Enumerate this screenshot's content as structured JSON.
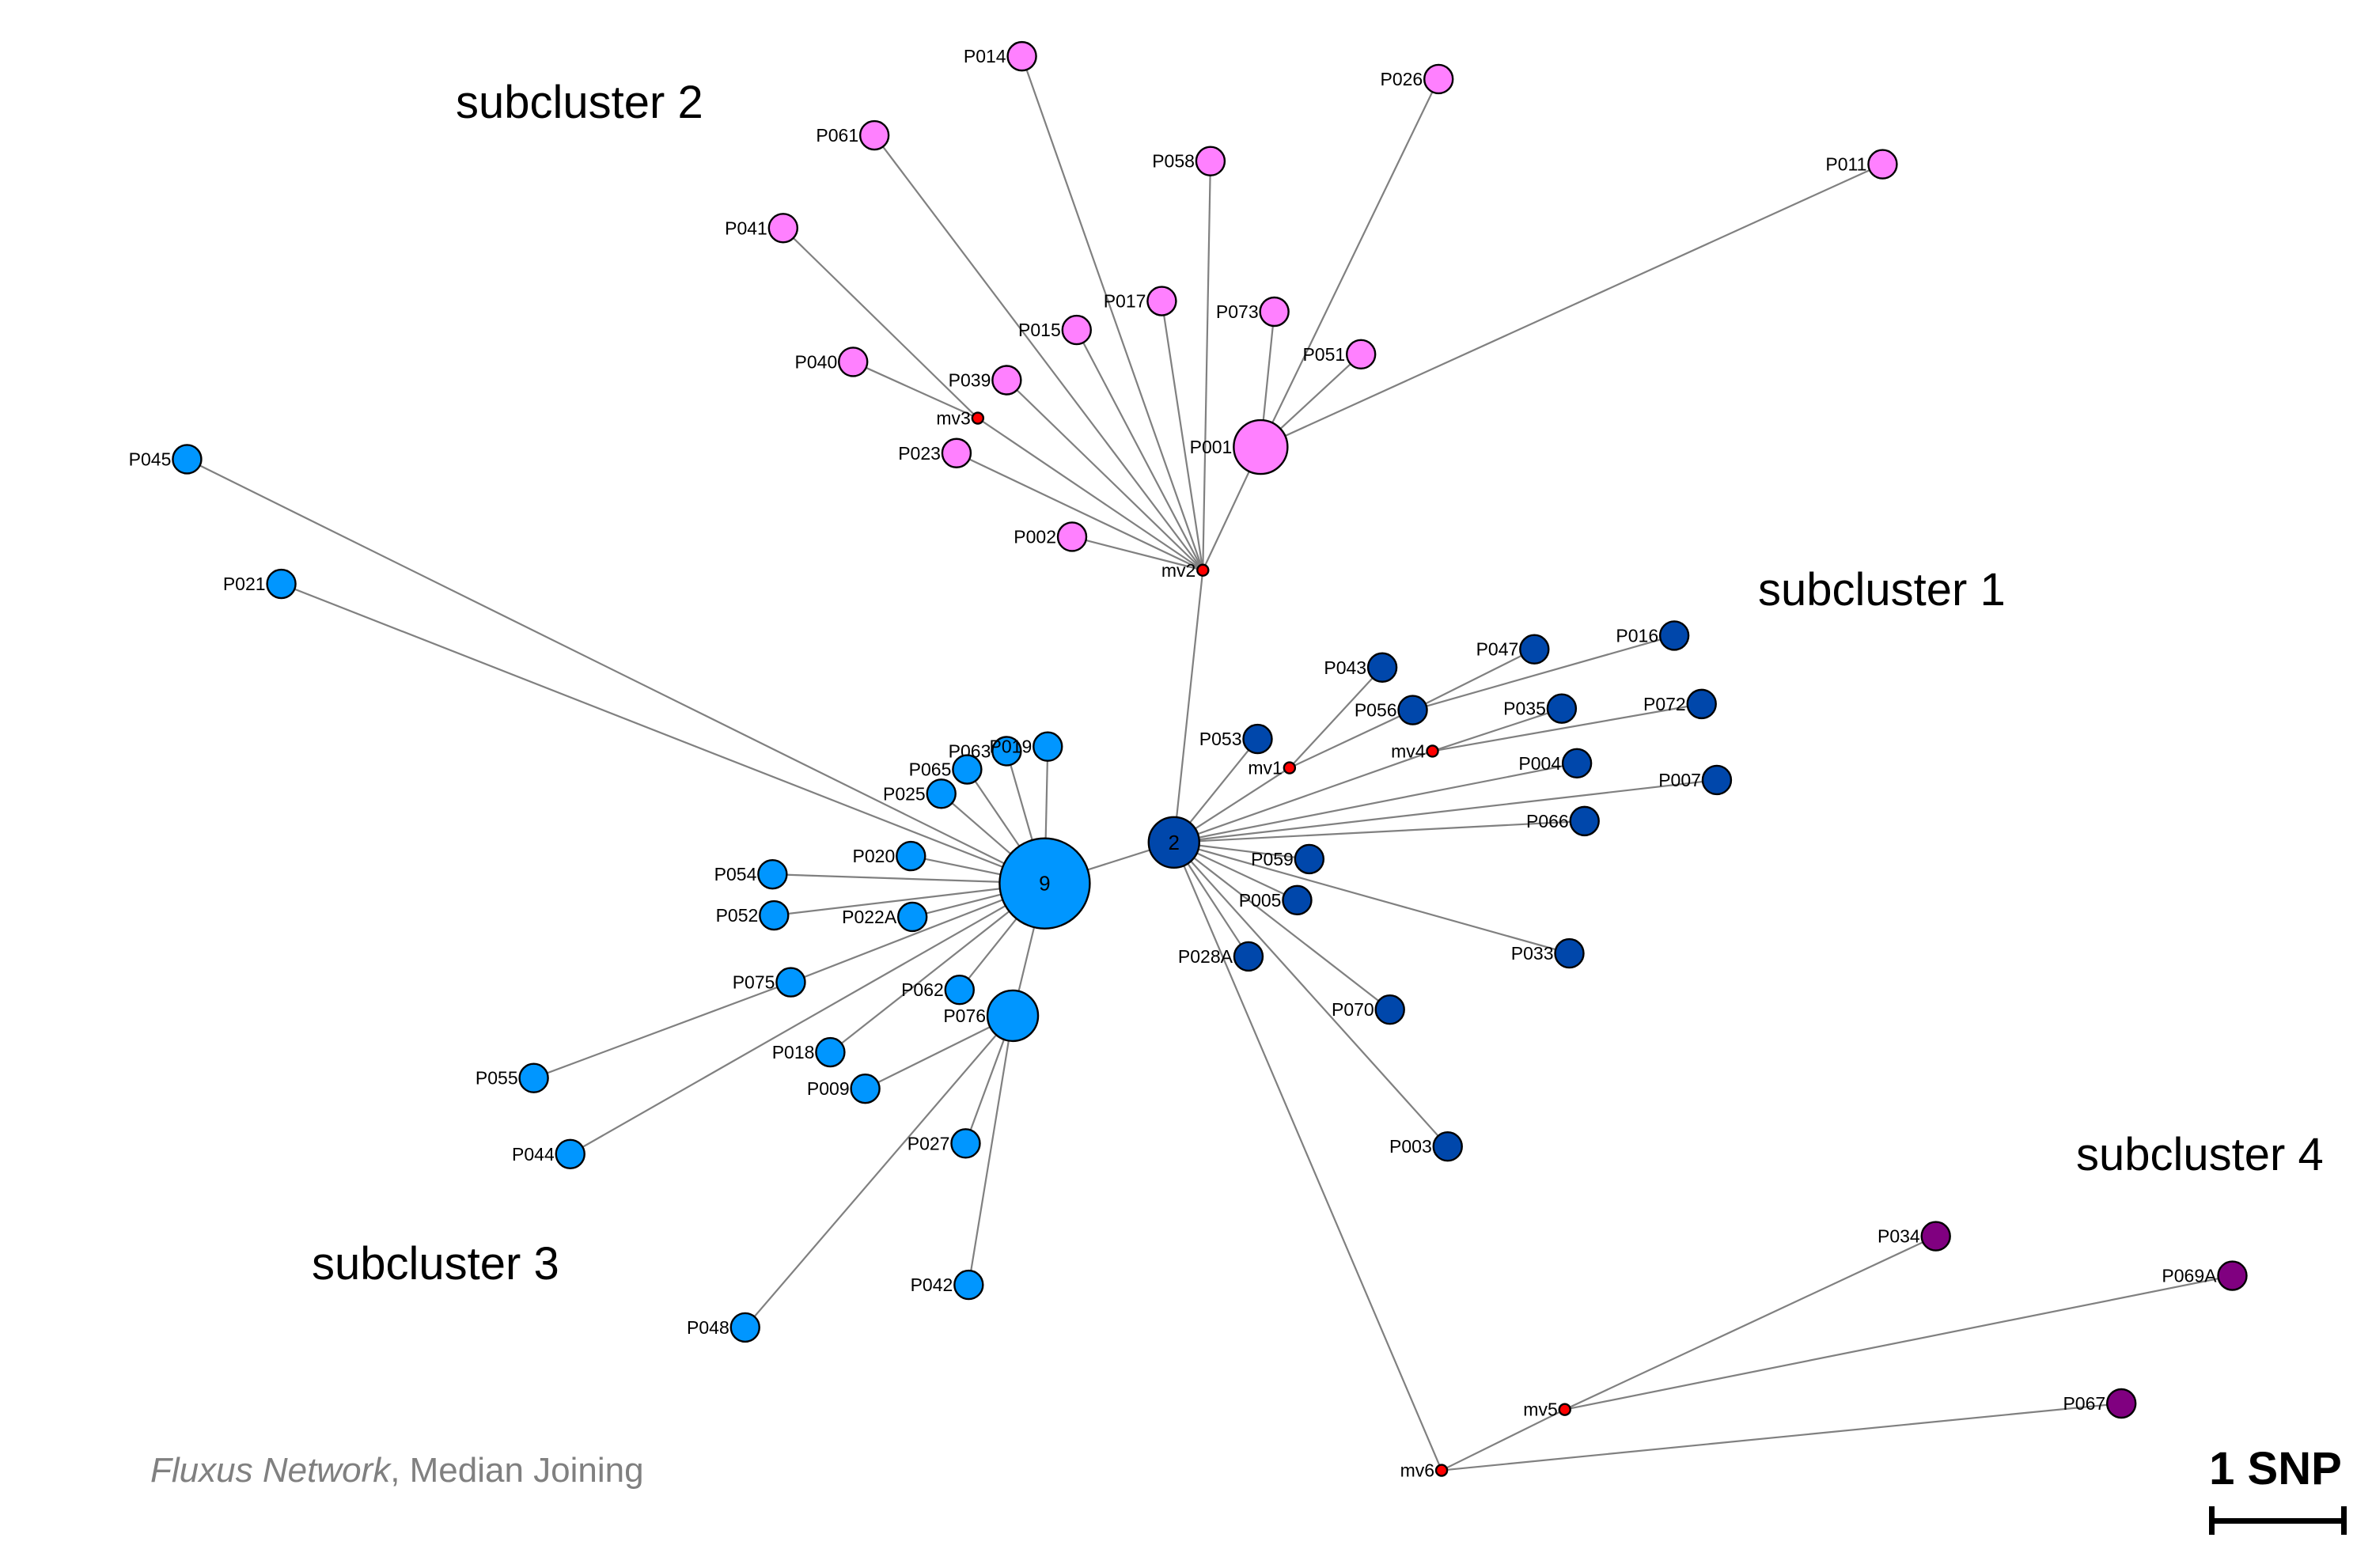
{
  "title": "Fluxus Network, Median Joining",
  "footer": {
    "software": "Fluxus Network",
    "separator": ", ",
    "method": "Median Joining"
  },
  "scale_bar": {
    "label": "1 SNP",
    "snps": 1
  },
  "subclusters": [
    {
      "id": "sc1",
      "label": "subcluster 1",
      "color": "#0047AB"
    },
    {
      "id": "sc2",
      "label": "subcluster 2",
      "color": "#FF80FF"
    },
    {
      "id": "sc3",
      "label": "subcluster 3",
      "color": "#0096FF"
    },
    {
      "id": "sc4",
      "label": "subcluster 4",
      "color": "#800080"
    }
  ],
  "median_vector_color": "#FF0000",
  "edge_color": "#808080",
  "nodes": [
    {
      "id": "P014",
      "label": "P014",
      "group": "sc2",
      "count": 1
    },
    {
      "id": "P026",
      "label": "P026",
      "group": "sc2",
      "count": 1
    },
    {
      "id": "P061",
      "label": "P061",
      "group": "sc2",
      "count": 1
    },
    {
      "id": "P058",
      "label": "P058",
      "group": "sc2",
      "count": 1
    },
    {
      "id": "P011",
      "label": "P011",
      "group": "sc2",
      "count": 1
    },
    {
      "id": "P041",
      "label": "P041",
      "group": "sc2",
      "count": 1
    },
    {
      "id": "P017",
      "label": "P017",
      "group": "sc2",
      "count": 1
    },
    {
      "id": "P073",
      "label": "P073",
      "group": "sc2",
      "count": 1
    },
    {
      "id": "P015",
      "label": "P015",
      "group": "sc2",
      "count": 1
    },
    {
      "id": "P051",
      "label": "P051",
      "group": "sc2",
      "count": 1
    },
    {
      "id": "P040",
      "label": "P040",
      "group": "sc2",
      "count": 1
    },
    {
      "id": "P039",
      "label": "P039",
      "group": "sc2",
      "count": 1
    },
    {
      "id": "mv3",
      "label": "mv3",
      "group": "mv",
      "count": 0
    },
    {
      "id": "P023",
      "label": "P023",
      "group": "sc2",
      "count": 1
    },
    {
      "id": "P001",
      "label": "P001",
      "group": "sc2",
      "count": 3
    },
    {
      "id": "P002",
      "label": "P002",
      "group": "sc2",
      "count": 1
    },
    {
      "id": "mv2",
      "label": "mv2",
      "group": "mv",
      "count": 0
    },
    {
      "id": "P045",
      "label": "P045",
      "group": "sc3",
      "count": 1
    },
    {
      "id": "P021",
      "label": "P021",
      "group": "sc3",
      "count": 1
    },
    {
      "id": "H9",
      "label": "",
      "center_text": "9",
      "group": "sc3",
      "count": 9
    },
    {
      "id": "P063",
      "label": "P063",
      "group": "sc3",
      "count": 1
    },
    {
      "id": "P019",
      "label": "P019",
      "group": "sc3",
      "count": 1
    },
    {
      "id": "P065",
      "label": "P065",
      "group": "sc3",
      "count": 1
    },
    {
      "id": "P025",
      "label": "P025",
      "group": "sc3",
      "count": 1
    },
    {
      "id": "P020",
      "label": "P020",
      "group": "sc3",
      "count": 1
    },
    {
      "id": "P054",
      "label": "P054",
      "group": "sc3",
      "count": 1
    },
    {
      "id": "P052",
      "label": "P052",
      "group": "sc3",
      "count": 1
    },
    {
      "id": "P022A",
      "label": "P022A",
      "group": "sc3",
      "count": 1
    },
    {
      "id": "P075",
      "label": "P075",
      "group": "sc3",
      "count": 1
    },
    {
      "id": "P062",
      "label": "P062",
      "group": "sc3",
      "count": 1
    },
    {
      "id": "P076",
      "label": "P076",
      "group": "sc3",
      "count": 2
    },
    {
      "id": "P018",
      "label": "P018",
      "group": "sc3",
      "count": 1
    },
    {
      "id": "P009",
      "label": "P009",
      "group": "sc3",
      "count": 1
    },
    {
      "id": "P055",
      "label": "P055",
      "group": "sc3",
      "count": 1
    },
    {
      "id": "P044",
      "label": "P044",
      "group": "sc3",
      "count": 1
    },
    {
      "id": "P027",
      "label": "P027",
      "group": "sc3",
      "count": 1
    },
    {
      "id": "P042",
      "label": "P042",
      "group": "sc3",
      "count": 1
    },
    {
      "id": "P048",
      "label": "P048",
      "group": "sc3",
      "count": 1
    },
    {
      "id": "H2",
      "label": "",
      "center_text": "2",
      "group": "sc1",
      "count": 2
    },
    {
      "id": "P043",
      "label": "P043",
      "group": "sc1",
      "count": 1
    },
    {
      "id": "P047",
      "label": "P047",
      "group": "sc1",
      "count": 1
    },
    {
      "id": "P016",
      "label": "P016",
      "group": "sc1",
      "count": 1
    },
    {
      "id": "P056",
      "label": "P056",
      "group": "sc1",
      "count": 1
    },
    {
      "id": "P035",
      "label": "P035",
      "group": "sc1",
      "count": 1
    },
    {
      "id": "P072",
      "label": "P072",
      "group": "sc1",
      "count": 1
    },
    {
      "id": "P053",
      "label": "P053",
      "group": "sc1",
      "count": 1
    },
    {
      "id": "mv1",
      "label": "mv1",
      "group": "mv",
      "count": 0
    },
    {
      "id": "mv4",
      "label": "mv4",
      "group": "mv",
      "count": 0
    },
    {
      "id": "P004",
      "label": "P004",
      "group": "sc1",
      "count": 1
    },
    {
      "id": "P007",
      "label": "P007",
      "group": "sc1",
      "count": 1
    },
    {
      "id": "P066",
      "label": "P066",
      "group": "sc1",
      "count": 1
    },
    {
      "id": "P059",
      "label": "P059",
      "group": "sc1",
      "count": 1
    },
    {
      "id": "P005",
      "label": "P005",
      "group": "sc1",
      "count": 1
    },
    {
      "id": "P028A",
      "label": "P028A",
      "group": "sc1",
      "count": 1
    },
    {
      "id": "P033",
      "label": "P033",
      "group": "sc1",
      "count": 1
    },
    {
      "id": "P070",
      "label": "P070",
      "group": "sc1",
      "count": 1
    },
    {
      "id": "P003",
      "label": "P003",
      "group": "sc1",
      "count": 1
    },
    {
      "id": "P034",
      "label": "P034",
      "group": "sc4",
      "count": 1
    },
    {
      "id": "P069A",
      "label": "P069A",
      "group": "sc4",
      "count": 1
    },
    {
      "id": "P067",
      "label": "P067",
      "group": "sc4",
      "count": 1
    },
    {
      "id": "mv5",
      "label": "mv5",
      "group": "mv",
      "count": 0
    },
    {
      "id": "mv6",
      "label": "mv6",
      "group": "mv",
      "count": 0
    }
  ],
  "edges": [
    [
      "mv2",
      "P014"
    ],
    [
      "mv2",
      "P061"
    ],
    [
      "mv2",
      "P058"
    ],
    [
      "mv2",
      "P017"
    ],
    [
      "mv2",
      "P015"
    ],
    [
      "mv2",
      "P039"
    ],
    [
      "mv2",
      "mv3"
    ],
    [
      "mv3",
      "P041"
    ],
    [
      "mv3",
      "P040"
    ],
    [
      "mv2",
      "P023"
    ],
    [
      "mv2",
      "P002"
    ],
    [
      "mv2",
      "P001"
    ],
    [
      "P001",
      "P026"
    ],
    [
      "P001",
      "P011"
    ],
    [
      "P001",
      "P073"
    ],
    [
      "P001",
      "P051"
    ],
    [
      "mv2",
      "H2"
    ],
    [
      "H9",
      "H2"
    ],
    [
      "H9",
      "P045"
    ],
    [
      "H9",
      "P021"
    ],
    [
      "H9",
      "P063"
    ],
    [
      "H9",
      "P019"
    ],
    [
      "H9",
      "P065"
    ],
    [
      "H9",
      "P025"
    ],
    [
      "H9",
      "P020"
    ],
    [
      "H9",
      "P054"
    ],
    [
      "H9",
      "P052"
    ],
    [
      "H9",
      "P022A"
    ],
    [
      "H9",
      "P075"
    ],
    [
      "P075",
      "P055"
    ],
    [
      "H9",
      "P044"
    ],
    [
      "H9",
      "P018"
    ],
    [
      "H9",
      "P062"
    ],
    [
      "H9",
      "P076"
    ],
    [
      "P076",
      "P009"
    ],
    [
      "P076",
      "P027"
    ],
    [
      "P076",
      "P042"
    ],
    [
      "P076",
      "P048"
    ],
    [
      "H2",
      "P053"
    ],
    [
      "H2",
      "mv1"
    ],
    [
      "mv1",
      "P043"
    ],
    [
      "mv1",
      "P056"
    ],
    [
      "P056",
      "P047"
    ],
    [
      "P056",
      "P016"
    ],
    [
      "H2",
      "mv4"
    ],
    [
      "mv4",
      "P035"
    ],
    [
      "mv4",
      "P072"
    ],
    [
      "H2",
      "P004"
    ],
    [
      "H2",
      "P007"
    ],
    [
      "H2",
      "P066"
    ],
    [
      "H2",
      "P059"
    ],
    [
      "H2",
      "P005"
    ],
    [
      "H2",
      "P033"
    ],
    [
      "H2",
      "P070"
    ],
    [
      "H2",
      "P028A"
    ],
    [
      "H2",
      "P003"
    ],
    [
      "H2",
      "mv6"
    ],
    [
      "mv6",
      "mv5"
    ],
    [
      "mv5",
      "P034"
    ],
    [
      "mv5",
      "P069A"
    ],
    [
      "mv6",
      "P067"
    ]
  ]
}
